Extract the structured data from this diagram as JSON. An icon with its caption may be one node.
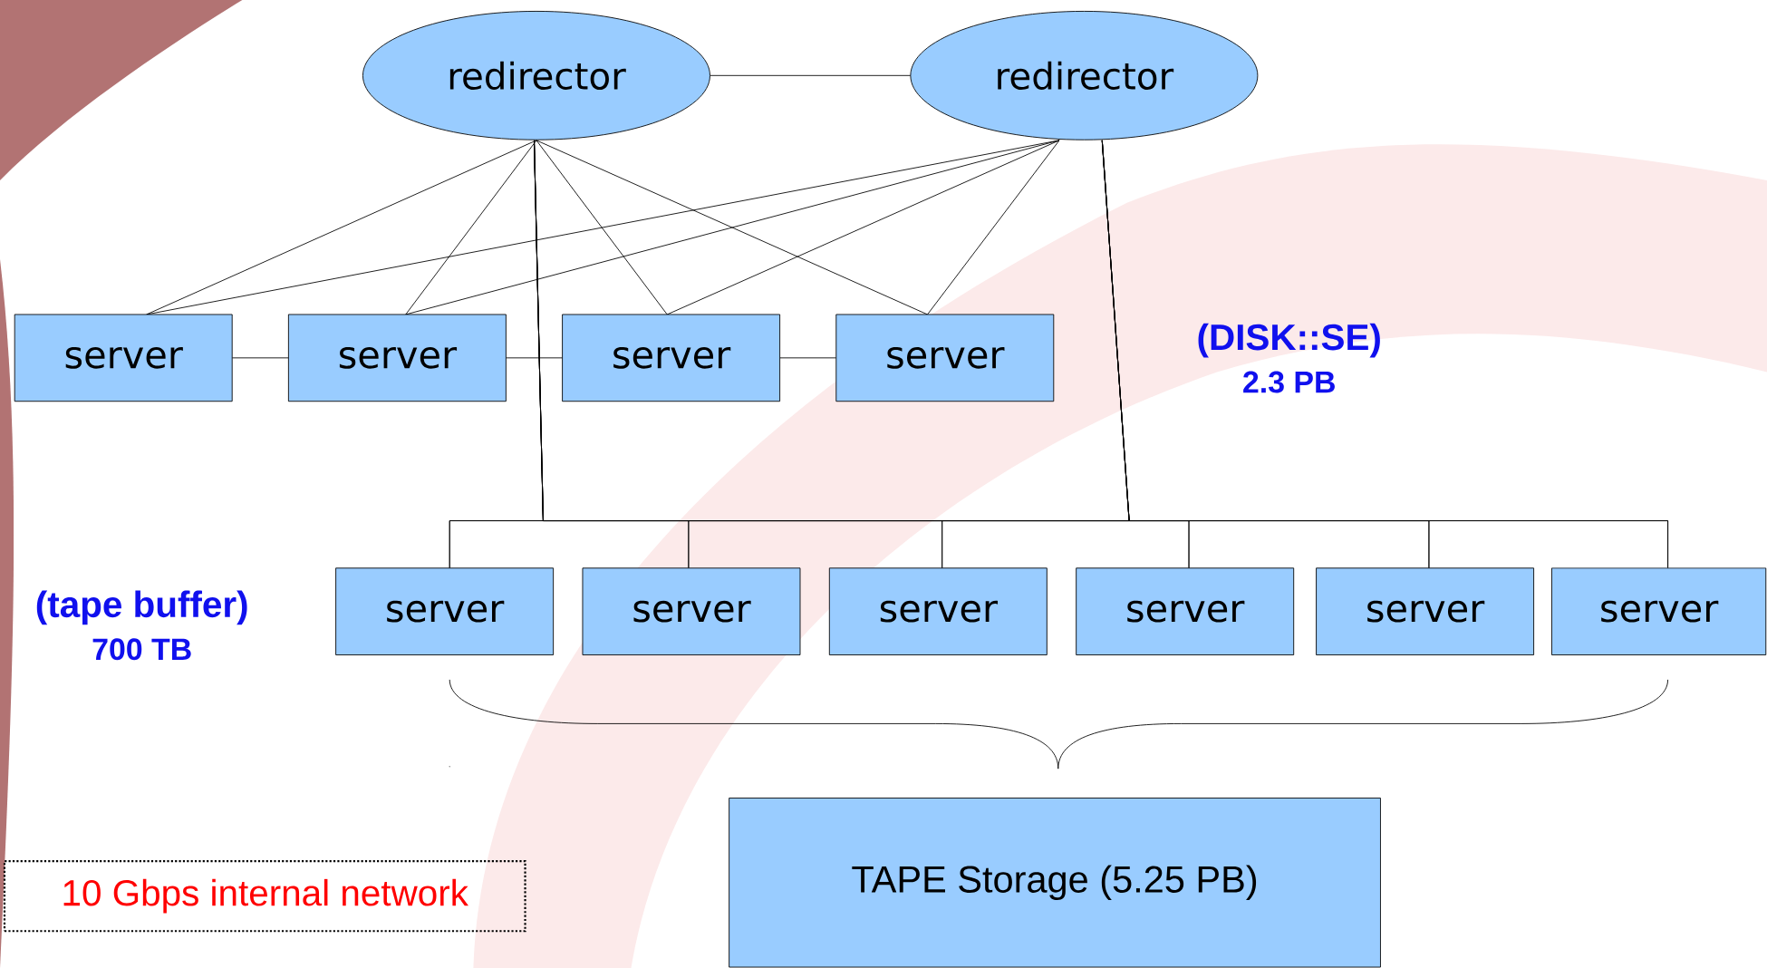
{
  "diagram": {
    "nodes": [
      {
        "text": [
          "redirector"
        ]
      },
      {
        "text": [
          "redirector"
        ]
      },
      {
        "text": [
          "server"
        ]
      },
      {
        "text": [
          "server"
        ]
      },
      {
        "text": [
          "server"
        ]
      },
      {
        "text": [
          "server"
        ]
      },
      {
        "text": [
          "server"
        ]
      },
      {
        "text": [
          "server"
        ]
      },
      {
        "text": [
          "server"
        ]
      },
      {
        "text": [
          "server"
        ]
      },
      {
        "text": [
          "server"
        ]
      },
      {
        "text": [
          "server"
        ]
      },
      {
        "text": [
          "TAPE Storage (5.25 PB)"
        ]
      },
      {
        "text": [
          "10 Gbps internal network"
        ]
      }
    ],
    "edges": [
      {
        "from": 0,
        "to": 1,
        "arrow": "none"
      },
      {
        "from": 0,
        "to": 2,
        "arrow": "none"
      },
      {
        "from": 0,
        "to": 3,
        "arrow": "none"
      },
      {
        "from": 0,
        "to": 4,
        "arrow": "none"
      },
      {
        "from": 0,
        "to": 5,
        "arrow": "none"
      },
      {
        "from": 1,
        "to": 2,
        "arrow": "none"
      },
      {
        "from": 1,
        "to": 3,
        "arrow": "none"
      },
      {
        "from": 1,
        "to": 4,
        "arrow": "none"
      },
      {
        "from": 1,
        "to": 5,
        "arrow": "none"
      },
      {
        "from": 2,
        "to": 3,
        "arrow": "none"
      },
      {
        "from": 3,
        "to": 4,
        "arrow": "none"
      },
      {
        "from": 4,
        "to": 5,
        "arrow": "none"
      },
      {
        "from": 0,
        "to": 6,
        "arrow": "none"
      },
      {
        "from": 0,
        "to": 7,
        "arrow": "none"
      },
      {
        "from": 0,
        "to": 8,
        "arrow": "none"
      },
      {
        "from": 0,
        "to": 9,
        "arrow": "none"
      },
      {
        "from": 0,
        "to": 10,
        "arrow": "none"
      },
      {
        "from": 0,
        "to": 11,
        "arrow": "none"
      },
      {
        "from": 1,
        "to": 6,
        "arrow": "none"
      },
      {
        "from": 1,
        "to": 7,
        "arrow": "none"
      },
      {
        "from": 1,
        "to": 8,
        "arrow": "none"
      },
      {
        "from": 1,
        "to": 9,
        "arrow": "none"
      },
      {
        "from": 1,
        "to": 10,
        "arrow": "none"
      },
      {
        "from": 1,
        "to": 11,
        "arrow": "none"
      }
    ],
    "labels": [
      "(DISK::SE)",
      "2.3 PB",
      "(tape buffer)",
      "700 TB"
    ]
  }
}
